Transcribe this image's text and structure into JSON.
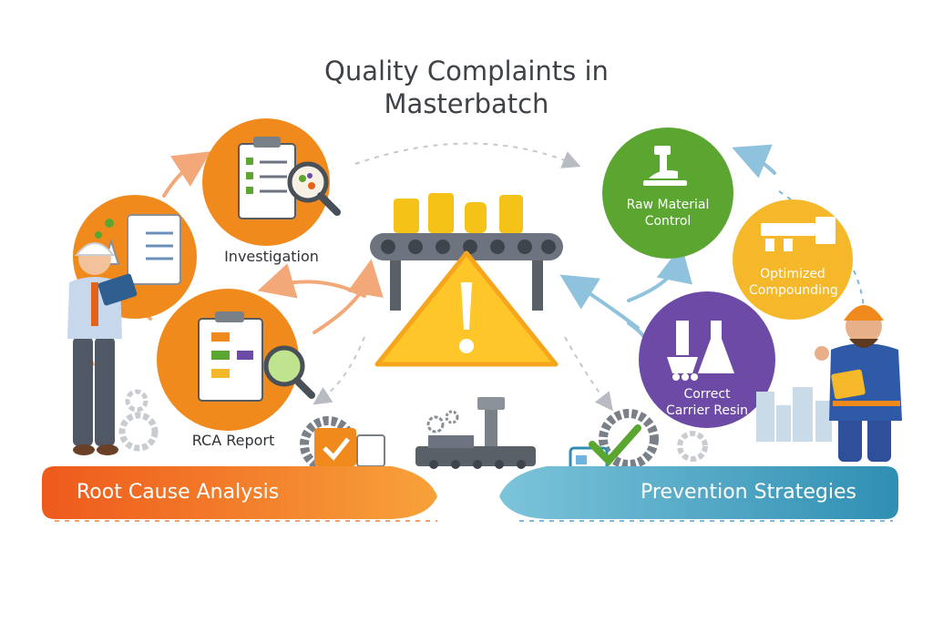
{
  "title": "Quality Complaints in Masterbatch",
  "left": {
    "banner": "Root Cause Analysis",
    "investigation_label": "Investigation",
    "rca_label": "RCA Report"
  },
  "right": {
    "banner": "Prevention Strategies",
    "raw_material_label": "Raw Material Control",
    "compounding_label": "Optimized Compounding",
    "carrier_resin_label": "Correct Carrier Resin"
  },
  "colors": {
    "orange": "#f08a1d",
    "orange_dark": "#e2641a",
    "green": "#5aa630",
    "yellow": "#f5b82a",
    "purple": "#6d4aa6",
    "teal": "#3b9fbd",
    "warning_yellow": "#ffc629",
    "arrow_orange": "#f2a878",
    "arrow_blue": "#8fc2dc"
  }
}
